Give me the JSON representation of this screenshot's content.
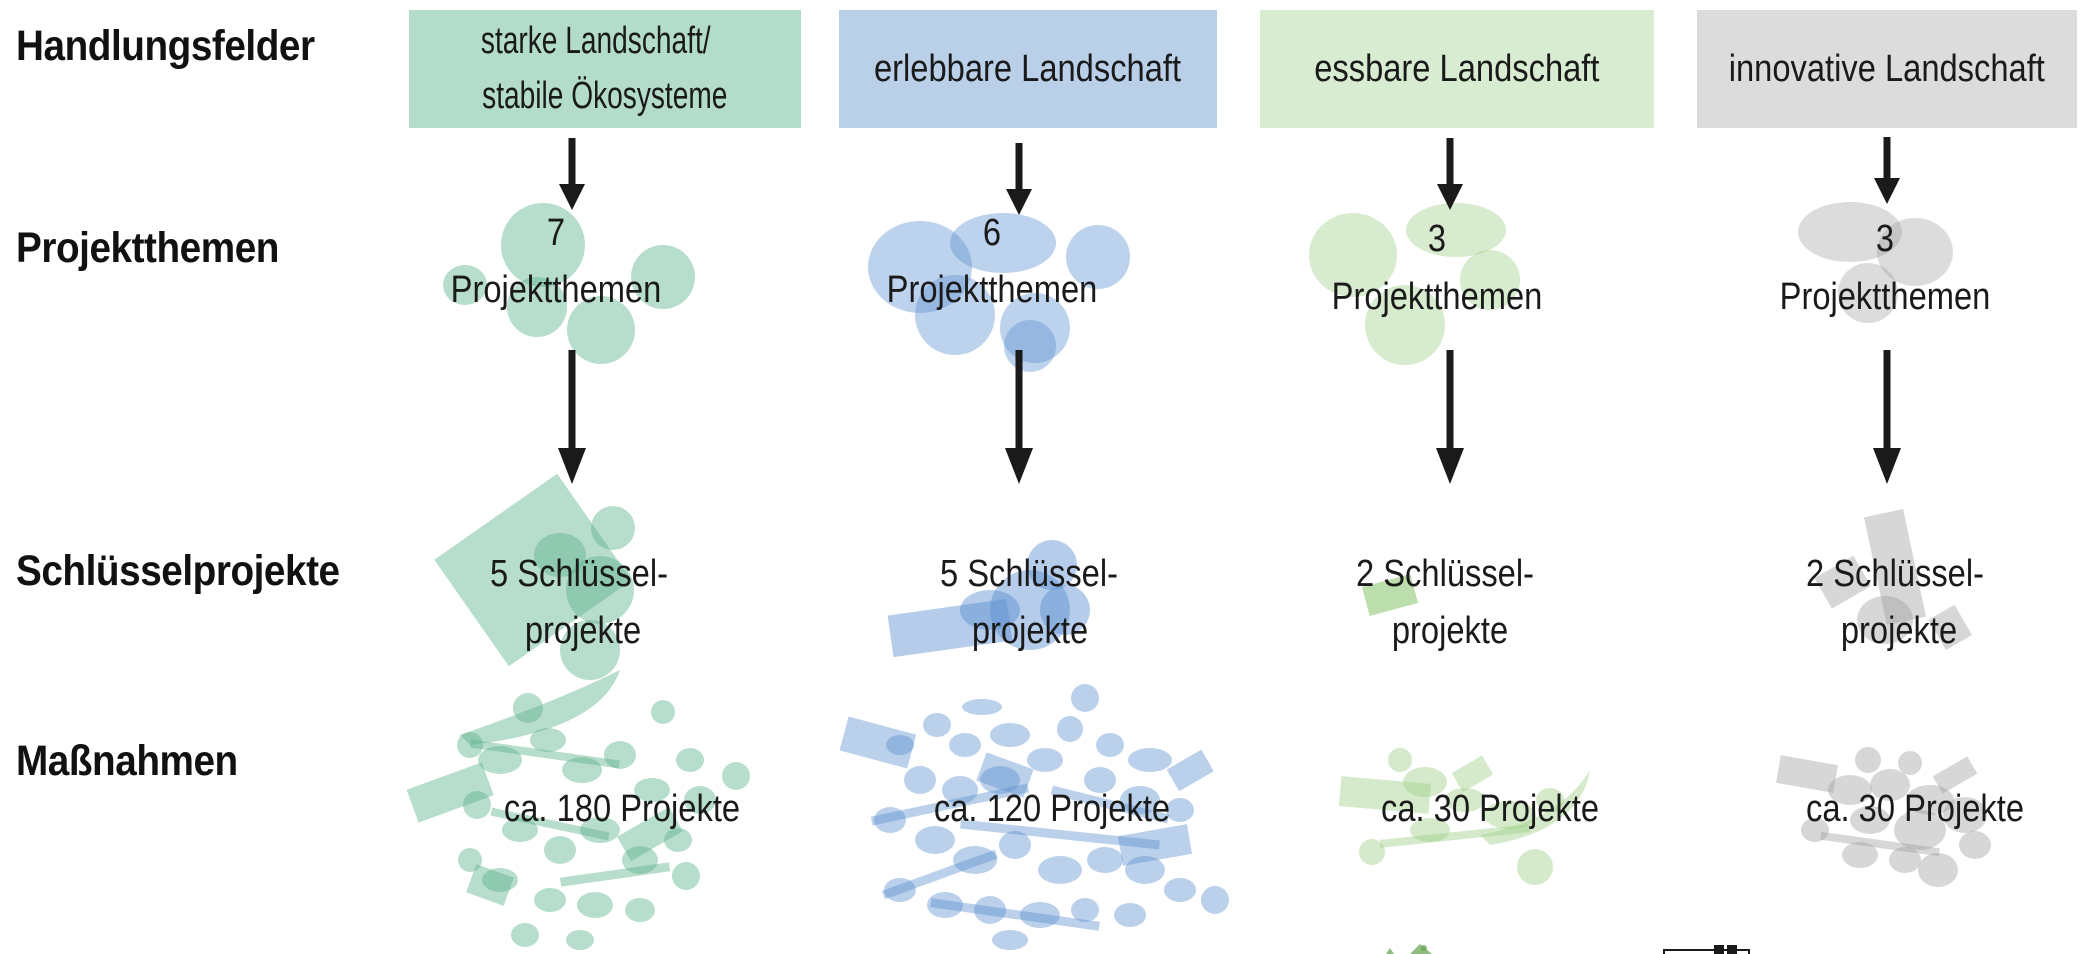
{
  "rows": {
    "handlungsfelder": "Handlungsfelder",
    "projektthemen": "Projektthemen",
    "schluesselprojekte": "Schlüsselprojekte",
    "massnahmen": "Maßnahmen"
  },
  "columns": [
    {
      "field_line1": "starke Landschaft/",
      "field_line2": "stabile Ökosysteme",
      "color": "#b4dcca",
      "shape_color": "#5fb48f",
      "themen_count": "7",
      "themen_label": "Projektthemen",
      "schluessel_line1": "5 Schlüssel-",
      "schluessel_line2": "projekte",
      "massnahmen": "ca. 180 Projekte"
    },
    {
      "field_line1": "erlebbare Landschaft",
      "field_line2": "",
      "color": "#b9d0e8",
      "shape_color": "#5b8fd0",
      "themen_count": "6",
      "themen_label": "Projektthemen",
      "schluessel_line1": "5 Schlüssel-",
      "schluessel_line2": "projekte",
      "massnahmen": "ca. 120 Projekte"
    },
    {
      "field_line1": "essbare Landschaft",
      "field_line2": "",
      "color": "#d7ecd0",
      "shape_color": "#9fd08a",
      "themen_count": "3",
      "themen_label": "Projektthemen",
      "schluessel_line1": "2 Schlüssel-",
      "schluessel_line2": "projekte",
      "massnahmen": "ca. 30 Projekte"
    },
    {
      "field_line1": "innovative Landschaft",
      "field_line2": "",
      "color": "#dcdcdc",
      "shape_color": "#9a9a9a",
      "themen_count": "3",
      "themen_label": "Projektthemen",
      "schluessel_line1": "2 Schlüssel-",
      "schluessel_line2": "projekte",
      "massnahmen": "ca. 30 Projekte"
    }
  ]
}
